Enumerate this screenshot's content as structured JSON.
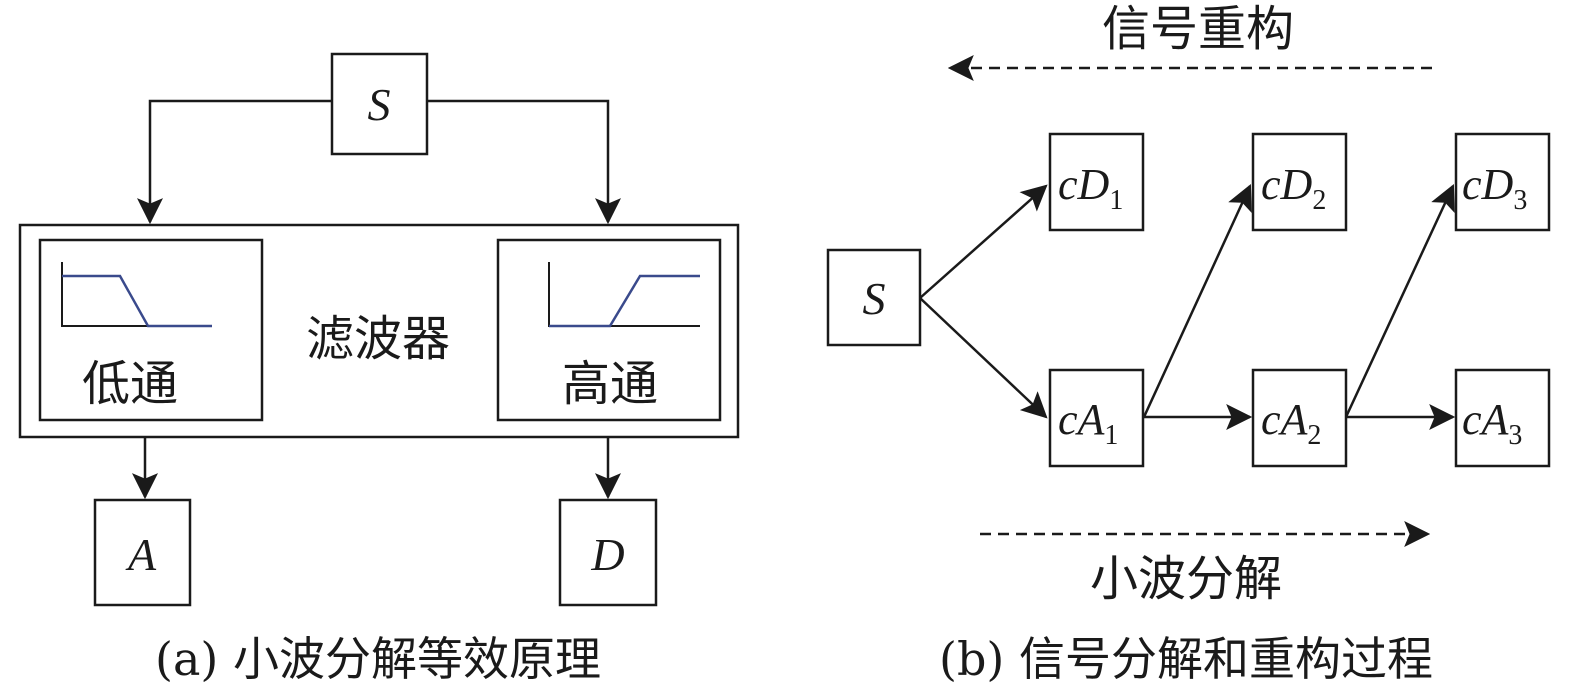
{
  "panel_a": {
    "caption": "(a) 小波分解等效原理",
    "input_label": "S",
    "filter_bank_label": "滤波器",
    "lowpass_label": "低通",
    "highpass_label": "高通",
    "output_low_label": "A",
    "output_high_label": "D",
    "filter_curve_color": "#3a4a8c"
  },
  "panel_b": {
    "caption": "(b) 信号分解和重构过程",
    "reconstruct_label": "信号重构",
    "decompose_label": "小波分解",
    "source_label": "S",
    "nodes": [
      {
        "base": "cD",
        "sub": "1"
      },
      {
        "base": "cD",
        "sub": "2"
      },
      {
        "base": "cD",
        "sub": "3"
      },
      {
        "base": "cA",
        "sub": "1"
      },
      {
        "base": "cA",
        "sub": "2"
      },
      {
        "base": "cA",
        "sub": "3"
      }
    ]
  }
}
